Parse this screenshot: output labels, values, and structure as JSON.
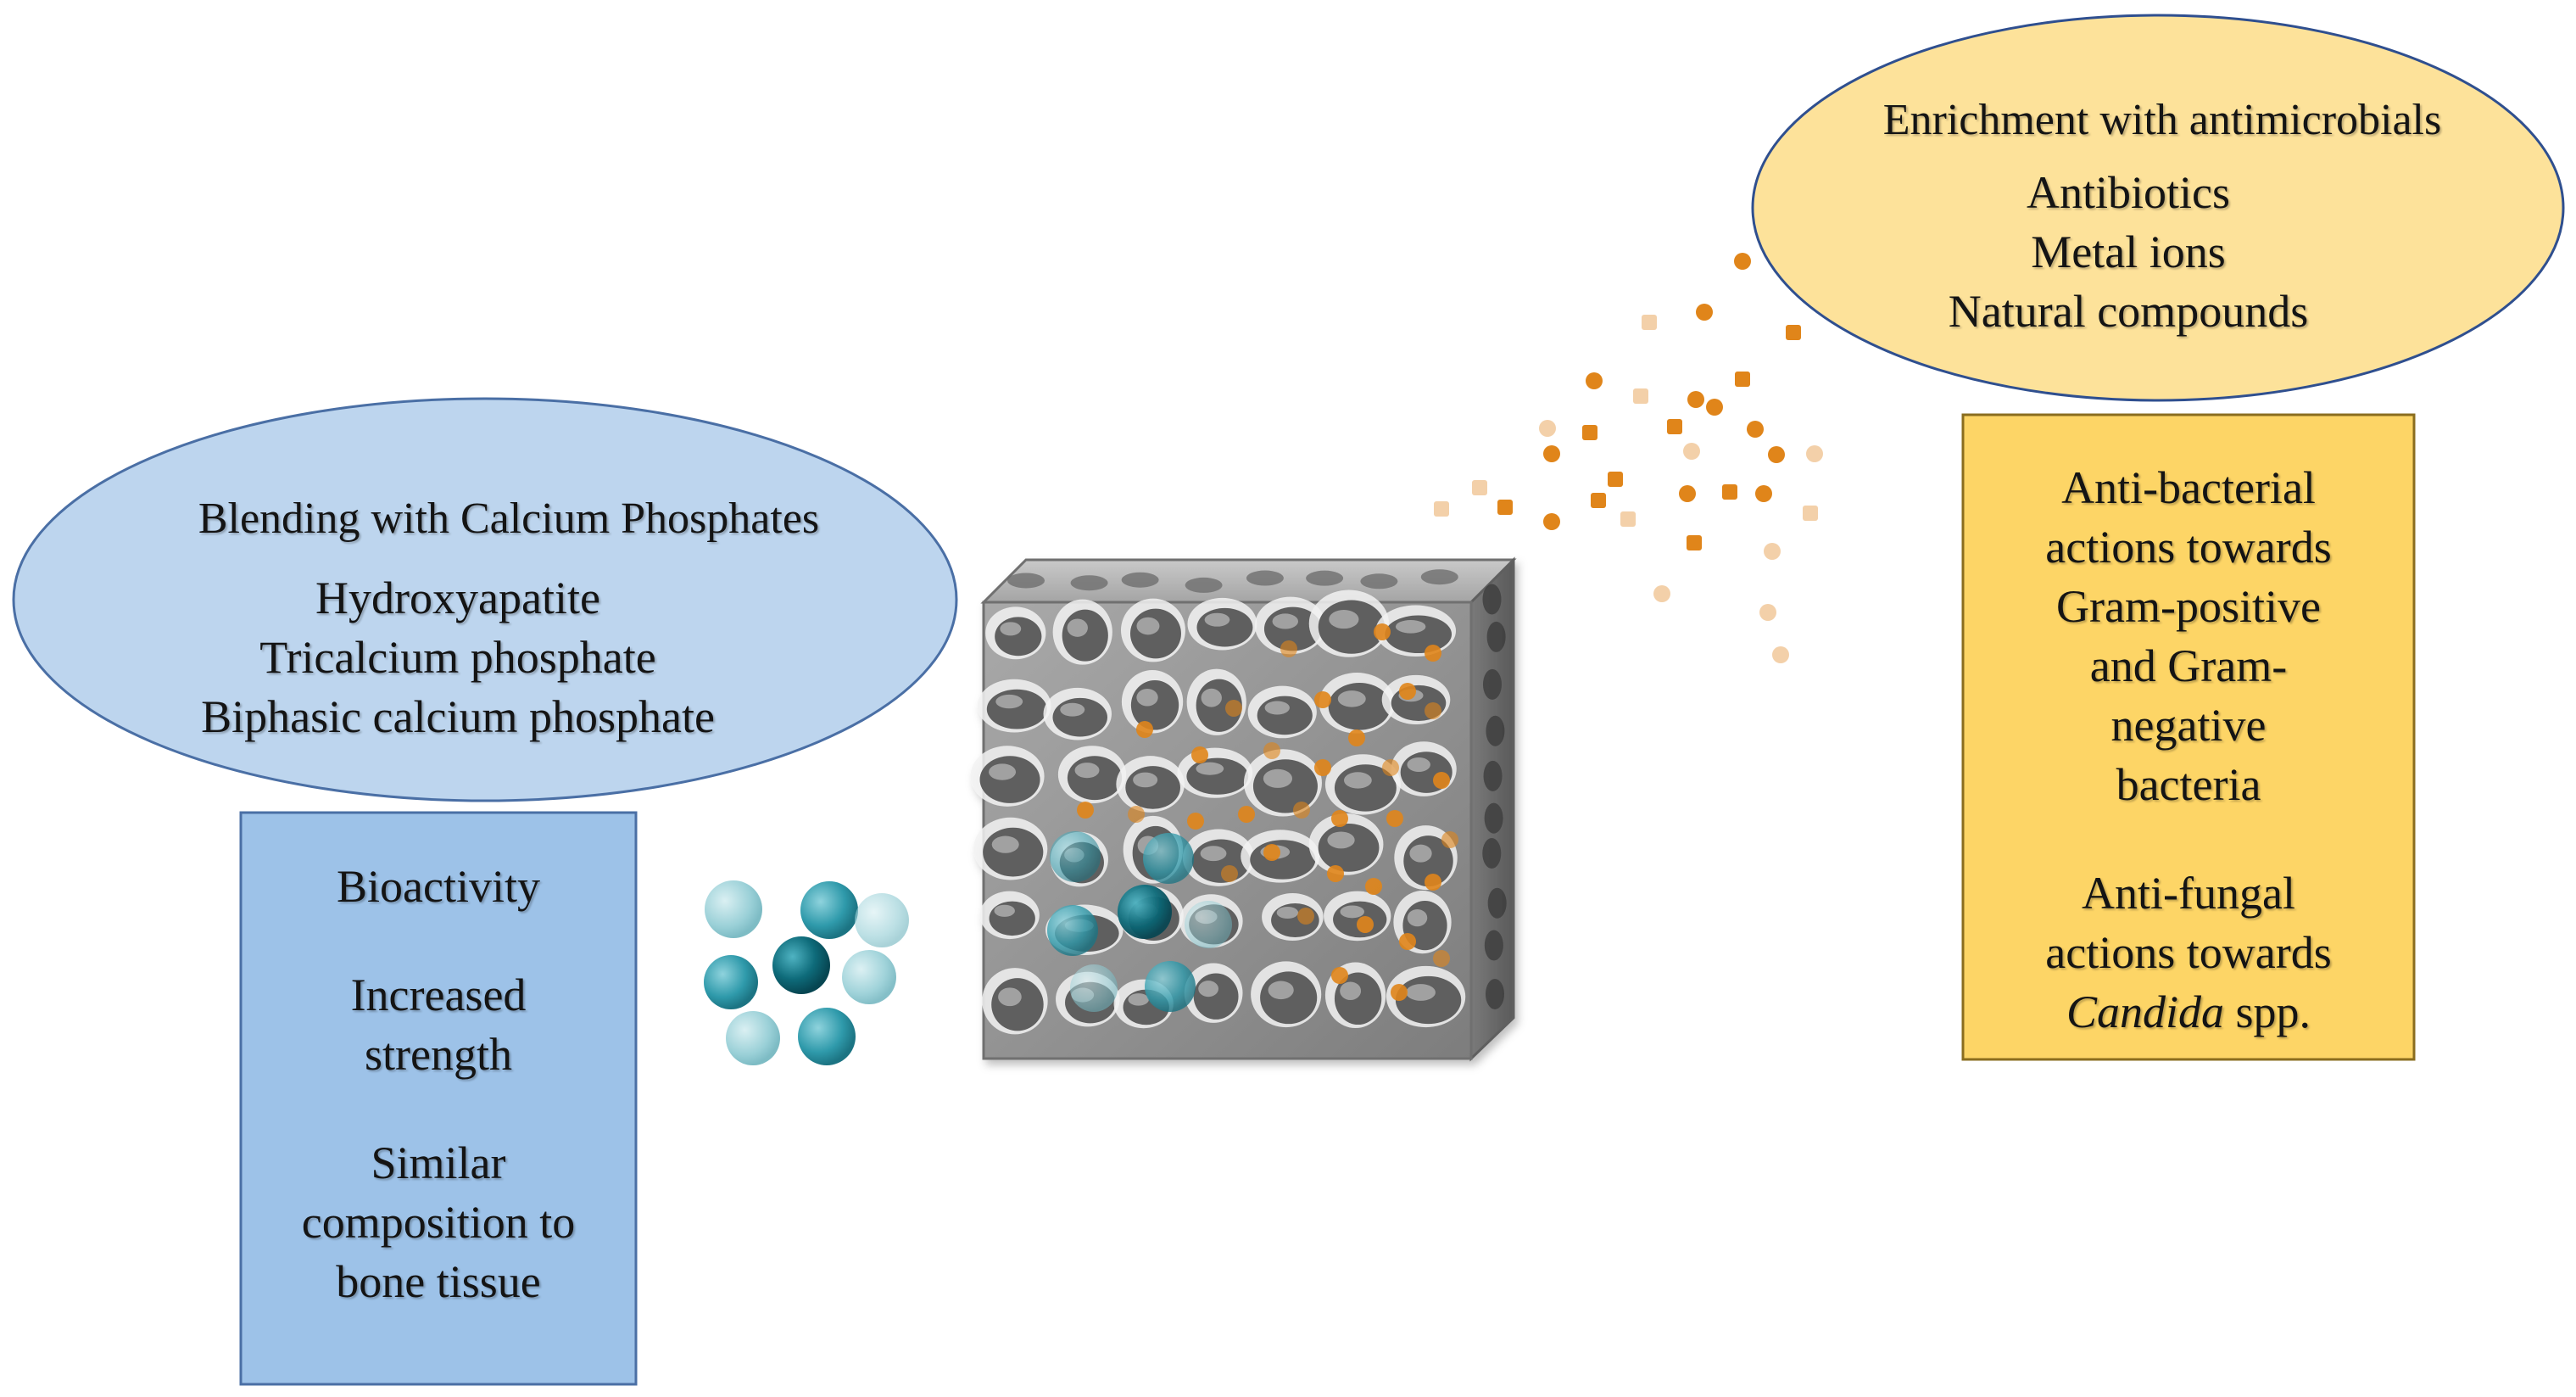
{
  "calcium": {
    "title": "Blending with Calcium Phosphates",
    "items": [
      "Hydroxyapatite",
      "Tricalcium phosphate",
      "Biphasic calcium phosphate"
    ],
    "ellipse_color": "#bdd5ee",
    "border_color": "#4a6fa5"
  },
  "calcium_benefits": {
    "bioactivity": "Bioactivity",
    "strength_line1": "Increased",
    "strength_line2": "strength",
    "similar_line1": "Similar",
    "similar_line2": "composition to",
    "similar_line3": "bone tissue",
    "box_color": "#9dc2e8"
  },
  "antimicrobial": {
    "title": "Enrichment with antimicrobials",
    "items": [
      "Antibiotics",
      "Metal ions",
      "Natural compounds"
    ],
    "ellipse_color": "#fde29a",
    "border_color": "#2f4f8f"
  },
  "antimicrobial_benefits": {
    "antibacterial_lines": [
      "Anti-bacterial",
      "actions towards",
      "Gram-positive",
      "and Gram-",
      "negative",
      "bacteria"
    ],
    "antifungal_lines": [
      "Anti-fungal",
      "actions towards"
    ],
    "candida_genus": "Candida",
    "candida_suffix": " spp.",
    "box_color": "#fdd566"
  },
  "icons": {
    "scaffold": "porous-scaffold-cube-icon",
    "calcium_particles": "calcium-phosphate-spheres-icon",
    "antimicrobial_particles": "antimicrobial-particles-icon"
  },
  "colors": {
    "teal_dark": "#0e6b7a",
    "teal_mid": "#2f9aab",
    "teal_light": "#8fcbd3",
    "orange": "#e0851a",
    "orange_light": "#f1c89a",
    "scaffold_gray": "#8d8d8d"
  }
}
